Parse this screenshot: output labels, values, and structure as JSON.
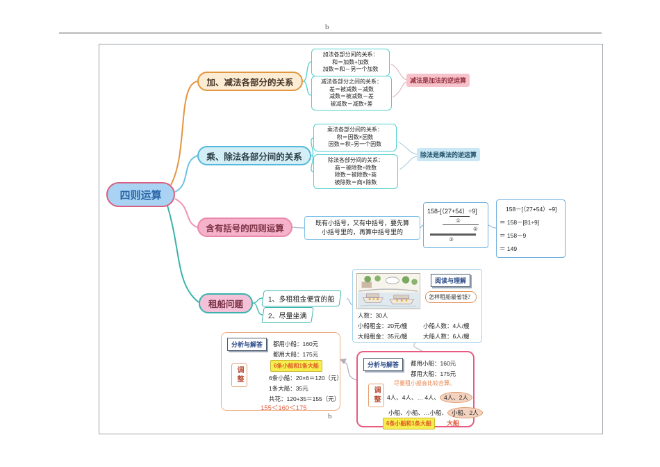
{
  "page": {
    "top_marker": "b",
    "bottom_marker": "b"
  },
  "root": {
    "label": "四则运算"
  },
  "branches": {
    "add_sub_label": "加、减法各部分的关系",
    "mul_div_label": "乘、除法各部分间的关系",
    "brackets_label": "含有括号的四则运算",
    "boat_label": "租船问题"
  },
  "add_sub": {
    "addition_box": {
      "lines": [
        "加法各部分间的关系：",
        "和＝加数+加数",
        "加数＝和－另一个加数"
      ]
    },
    "subtraction_box": {
      "lines": [
        "减法各部分之间的关系：",
        "差＝被减数－减数",
        "减数＝被减数－差",
        "被减数＝减数+差"
      ]
    },
    "note": "减法是加法的逆运算"
  },
  "mul_div": {
    "multiplication_box": {
      "lines": [
        "乘法各部分间的关系：",
        "积＝因数×因数",
        "因数＝积÷另一个因数"
      ]
    },
    "division_box": {
      "lines": [
        "除法各部分间的关系：",
        "商＝被除数÷除数",
        "除数＝被除数÷商",
        "被除数＝商×除数"
      ]
    },
    "note": "除法是乘法的逆运算"
  },
  "brackets": {
    "rule_lines": [
      "既有小括号，又有中括号，要先算",
      "小括号里的，再算中括号里的"
    ],
    "expression": "158-[（27+54）÷9]",
    "steps": [
      "①",
      "②",
      "③"
    ],
    "calc_lines": [
      "158－[（27+54）÷9]",
      "＝ 158－[81÷9]",
      "＝ 158－9",
      "＝ 149"
    ]
  },
  "boat": {
    "tips": [
      "1、多租租金便宜的船",
      "2、尽量坐满"
    ],
    "reading": {
      "title": "阅读与理解",
      "question": "怎样租船最省钱？",
      "people": "人数：30人",
      "small_rent": "小船租金：20元/艘",
      "small_cap": "小船人数：4人/艘",
      "big_rent": "大船租金：35元/艘",
      "big_cap": "大船人数：6人/艘"
    },
    "analysis_left": {
      "title": "分析与解答",
      "all_small": "都用小船：160元",
      "all_big": "都用大船：175元",
      "highlight": "6条小船和1条大船",
      "adjust": "调整",
      "calc1": "6条小船：20×6＝120（元）",
      "calc2": "1条大船：35元",
      "calc3": "共花：120+35＝155（元）",
      "conclusion": "155＜160＜175"
    },
    "analysis_right": {
      "title": "分析与解答",
      "all_small": "都用小船：160元",
      "all_big": "都用大船：175元",
      "hint": "尽量租小船会比较合算。",
      "adjust": "调整",
      "row1_prefix": "4人、4人、… 4人、",
      "row1_circle": "4人、2人",
      "row2_prefix": "小船、小船、…小船、",
      "row2_circle": "小船、2人",
      "highlight": "6条小船和1条大船",
      "arrow": "↓",
      "big_boat": "大船"
    }
  },
  "colors": {
    "root_fill": "#a9d2f3",
    "root_border": "#d8607e",
    "branch1_border": "#e3953f",
    "branch2_border": "#54b9d9",
    "branch3_border": "#ea87aa",
    "branch4_border": "#39b3ab",
    "formula_border": "#4ecfcf",
    "note_pink": "#f8c2ca",
    "note_blue": "#c9e7f4",
    "highlight_yellow": "#f6ee4e",
    "analysis_pink_border": "#e85a80",
    "analysis_orange_border": "#ecaa80",
    "accent_orange_text": "#e05a28"
  }
}
